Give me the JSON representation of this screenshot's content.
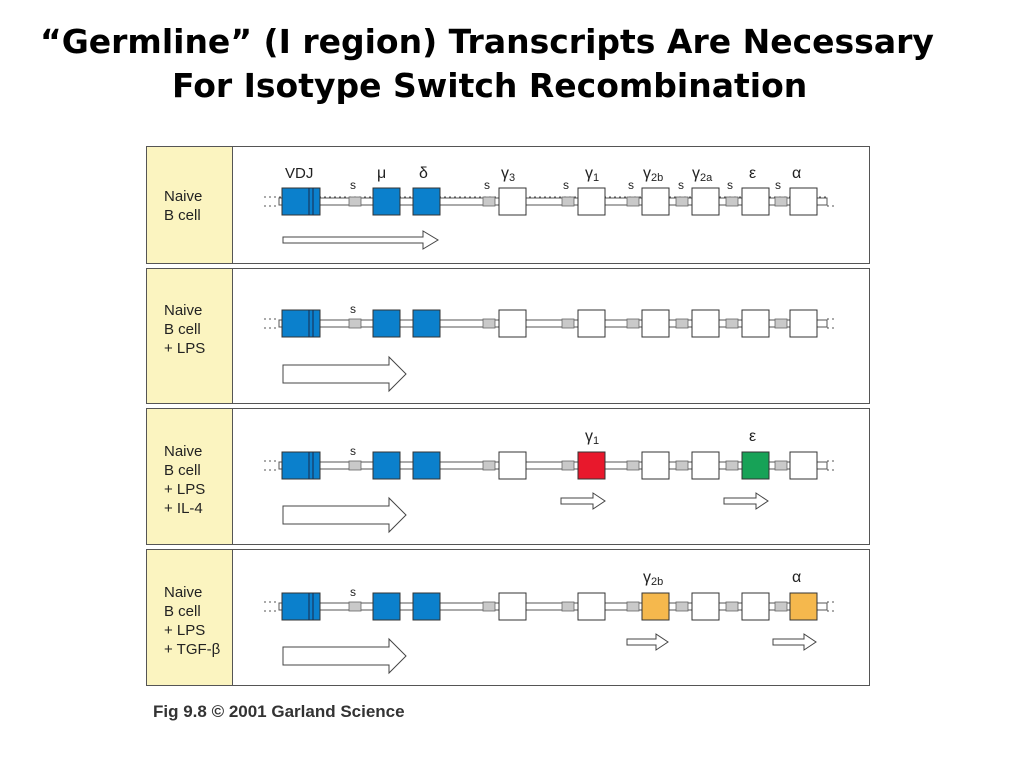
{
  "title": {
    "line1": "“Germline” (I region) Transcripts Are Necessary",
    "line2": "For Isotype Switch Recombination"
  },
  "segment_labels": {
    "vdj": "VDJ",
    "mu": "μ",
    "delta": "δ",
    "gamma3_base": "γ",
    "gamma3_sub": "3",
    "gamma1_base": "γ",
    "gamma1_sub": "1",
    "gamma2b_base": "γ",
    "gamma2b_sub": "2b",
    "gamma2a_base": "γ",
    "gamma2a_sub": "2a",
    "epsilon": "ε",
    "alpha": "α"
  },
  "switch_label": "s",
  "panels": [
    {
      "condition_lines": [
        "Naive",
        "B cell"
      ]
    },
    {
      "condition_lines": [
        "Naive",
        "B cell",
        "+ LPS"
      ]
    },
    {
      "condition_lines": [
        "Naive",
        "B cell",
        "+ LPS",
        "+ IL-4"
      ],
      "highlighted": [
        {
          "segment": "gamma1",
          "color": "#e8182c"
        },
        {
          "segment": "epsilon",
          "color": "#17a257"
        }
      ]
    },
    {
      "condition_lines": [
        "Naive",
        "B cell",
        "+ LPS",
        "+ TGF-β"
      ],
      "highlighted": [
        {
          "segment": "gamma2b",
          "color": "#f5b84d"
        },
        {
          "segment": "alpha",
          "color": "#f5b84d"
        }
      ]
    }
  ],
  "colors": {
    "vdj_blue": "#0b80cc",
    "switch_gray": "#c9c9c9",
    "label_background": "#fbf4c0"
  },
  "caption": "Fig 9.8  © 2001 Garland Science"
}
